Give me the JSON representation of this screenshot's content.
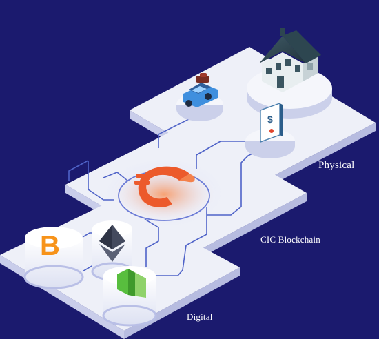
{
  "layers": {
    "physical": "Physical",
    "blockchain": "CIC Blockchain",
    "digital": "Digital"
  },
  "colors": {
    "background": "#1b1a6e",
    "platform_top": "#eef0f8",
    "platform_side": "#c9cde6",
    "circuit_line": "#4f63c8",
    "logo_orange": "#f26a2e",
    "bitcoin_orange": "#f7931a",
    "neo_green": "#58be3e"
  },
  "icons": {
    "house": "house-icon",
    "car": "car-icon",
    "document": "dollar-document-icon",
    "cic_logo": "cic-logo-icon",
    "bitcoin": "bitcoin-b-icon",
    "ethereum": "ethereum-icon",
    "neo": "neo-icon"
  }
}
